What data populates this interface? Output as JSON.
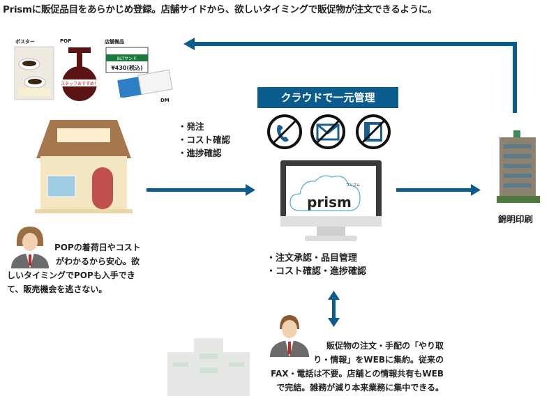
{
  "title": "Prismに販促品目をあらかじめ登録。店舗サイドから、欲しいタイミングで販促物が注文できるように。",
  "materials": {
    "poster": "ポスター",
    "pop": "POP",
    "store_supplies": "店舗備品",
    "dm": "DM",
    "pop_text": "スタッフおすすめ！",
    "sign_item": "BLTサンド",
    "sign_price": "¥430(税込)"
  },
  "cloud_banner": "クラウドで一元管理",
  "no_icons": [
    "phone-icon",
    "mail-icon",
    "fax-icon"
  ],
  "store_actions": [
    "・発注",
    "・コスト確認",
    "・進捗確認"
  ],
  "prism_logo": {
    "text": "prism",
    "kana": "プリズム"
  },
  "hq_actions": [
    "・注文承認・品目管理",
    "・コスト確認・進捗確認"
  ],
  "printer_label": "錦明印刷",
  "store_comment": [
    "POPの着荷日やコスト",
    "がわかるから安心。欲",
    "しいタイミングでPOPも入手でき",
    "て、販売機会を逃さない。"
  ],
  "hq_comment": [
    "販促物の注文・手配の「やり取",
    "り・情報」をWEBに集約。従来の",
    "FAX・電話は不要。店舗との情報共有もWEB",
    "で完結。雑務が減り本来業務に集中できる。"
  ],
  "colors": {
    "accent": "#0b5c8e",
    "cloud": "#5aaee0"
  }
}
